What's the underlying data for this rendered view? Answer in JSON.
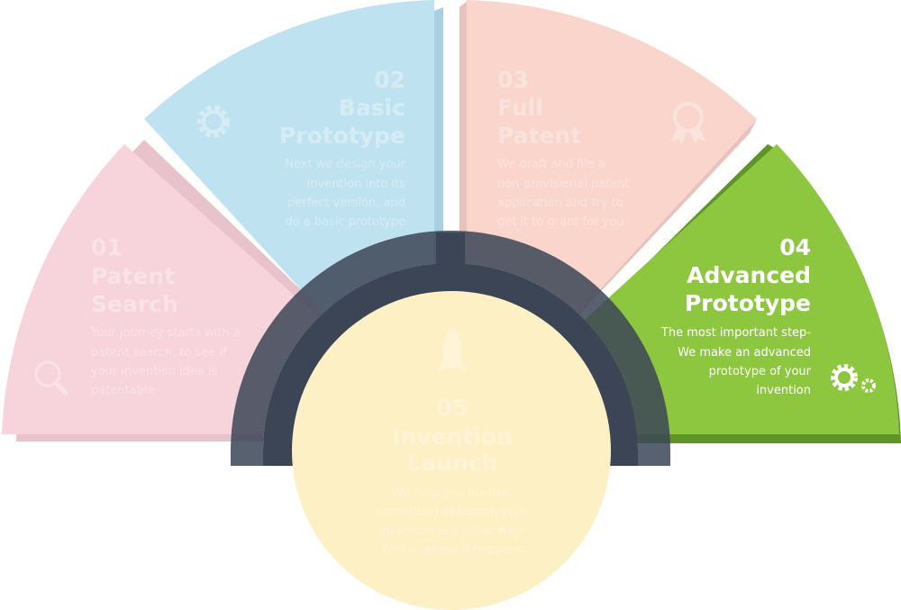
{
  "steps": [
    {
      "number": "01",
      "title": [
        "Patent",
        "Search"
      ],
      "body": [
        "Your journey starts with a",
        "patent search, to see if",
        "your invention idea is",
        "patentable"
      ],
      "icon": "magnifier-icon",
      "color": "#f7d3dc"
    },
    {
      "number": "02",
      "title": [
        "Basic",
        "Prototype"
      ],
      "body": [
        "Next we design your",
        "invention into its",
        "perfect version, and",
        "do a basic prototype"
      ],
      "icon": "gear-icon",
      "color": "#bfe2f1"
    },
    {
      "number": "03",
      "title": [
        "Full",
        "Patent"
      ],
      "body": [
        "We draft and file a",
        "non-provisional patent",
        "application and try to",
        "get it to grant for you"
      ],
      "icon": "award-ribbon-icon",
      "color": "#f9d5cc"
    },
    {
      "number": "04",
      "title": [
        "Advanced",
        "Prototype"
      ],
      "body": [
        "The most important step-",
        "We make an advanced",
        "prototype of your",
        "invention"
      ],
      "icon": "gears-icon",
      "color": "#8dc63f"
    },
    {
      "number": "05",
      "title": [
        "Invention",
        "Launch"
      ],
      "body": [
        "We help you license,",
        "crowdfund or launch your",
        "invention any other way-",
        "This is where it happens"
      ],
      "icon": "rocket-icon",
      "color": "#fef0c5"
    }
  ],
  "ring_color": "#3b4556"
}
